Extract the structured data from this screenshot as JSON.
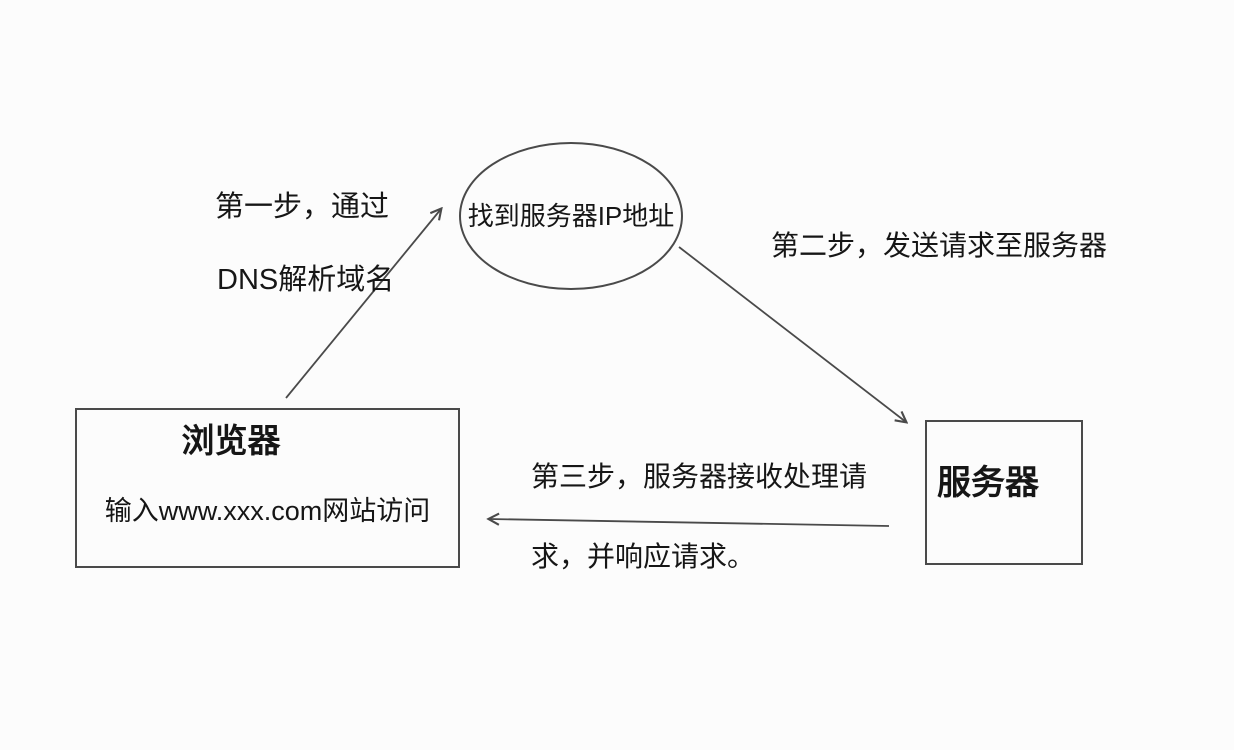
{
  "diagram": {
    "title_hint": "website-access-dns-flow",
    "colors": {
      "background": "#fcfcfc",
      "stroke": "#4a4a4a",
      "text": "#161616"
    },
    "nodes": {
      "ip_ellipse": {
        "label": "找到服务器IP地址"
      },
      "browser": {
        "title": "浏览器",
        "subtitle": "输入www.xxx.com网站访问"
      },
      "server": {
        "title": "服务器"
      }
    },
    "annotations": {
      "step1_line1": "第一步，通过",
      "step1_line2": "DNS解析域名",
      "step2": "第二步，发送请求至服务器",
      "step3_line1": "第三步，服务器接收处理请",
      "step3_line2": "求，并响应请求。"
    }
  }
}
